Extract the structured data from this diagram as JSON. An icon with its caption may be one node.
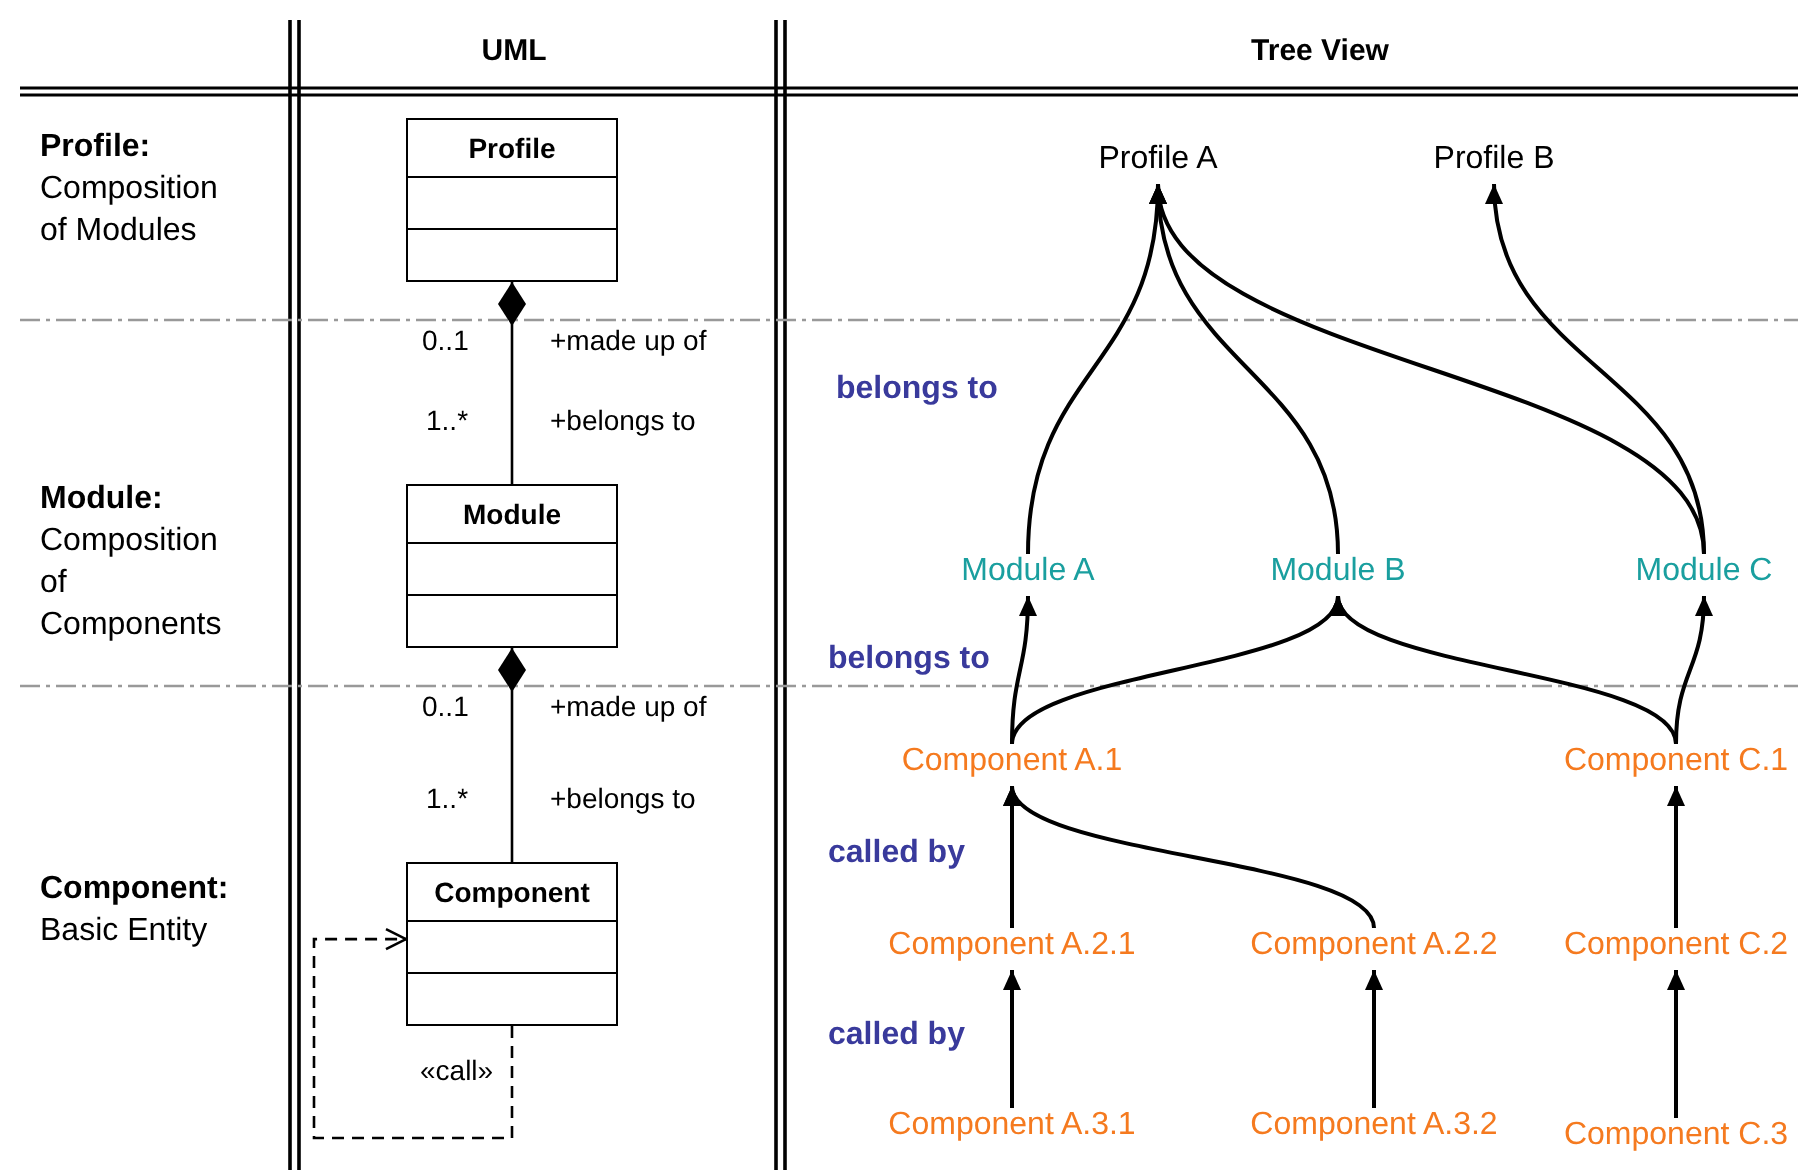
{
  "diagram": {
    "nodes": [
      {
        "text": [
          "Profile"
        ]
      },
      {
        "text": [
          "Module"
        ]
      },
      {
        "text": [
          "Component"
        ]
      },
      {
        "text": [
          "Profile A"
        ]
      },
      {
        "text": [
          "Profile B"
        ]
      },
      {
        "text": [
          "Module A"
        ]
      },
      {
        "text": [
          "Module B"
        ]
      },
      {
        "text": [
          "Module C"
        ]
      },
      {
        "text": [
          "Component A.1"
        ]
      },
      {
        "text": [
          "Component C.1"
        ]
      },
      {
        "text": [
          "Component A.2.1"
        ]
      },
      {
        "text": [
          "Component A.2.2"
        ]
      },
      {
        "text": [
          "Component C.2"
        ]
      },
      {
        "text": [
          "Component A.3.1"
        ]
      },
      {
        "text": [
          "Component A.3.2"
        ]
      },
      {
        "text": [
          "Component C.3"
        ]
      }
    ],
    "edges": [
      {
        "from": 0,
        "to": 1,
        "arrow": "other"
      },
      {
        "from": 1,
        "to": 2,
        "arrow": "other"
      },
      {
        "from": 2,
        "to": 2,
        "arrow": "to",
        "style": "dashed",
        "label": "«call»"
      },
      {
        "from": 5,
        "to": 3,
        "arrow": "to"
      },
      {
        "from": 6,
        "to": 3,
        "arrow": "to"
      },
      {
        "from": 7,
        "to": 3,
        "arrow": "to"
      },
      {
        "from": 7,
        "to": 4,
        "arrow": "to"
      },
      {
        "from": 8,
        "to": 5,
        "arrow": "to"
      },
      {
        "from": 8,
        "to": 6,
        "arrow": "to"
      },
      {
        "from": 9,
        "to": 6,
        "arrow": "to"
      },
      {
        "from": 9,
        "to": 7,
        "arrow": "to"
      },
      {
        "from": 10,
        "to": 8,
        "arrow": "to"
      },
      {
        "from": 11,
        "to": 8,
        "arrow": "to"
      },
      {
        "from": 12,
        "to": 9,
        "arrow": "to"
      },
      {
        "from": 13,
        "to": 10,
        "arrow": "to"
      },
      {
        "from": 14,
        "to": 11,
        "arrow": "to"
      },
      {
        "from": 15,
        "to": 12,
        "arrow": "to"
      }
    ],
    "labels": [
      "UML",
      "Tree View",
      "**Profile:** Composition of Modules",
      "0..1",
      "+made up of",
      "1..*",
      "+belongs to",
      "belongs to",
      "**Module:** Composition of Components",
      "belongs to",
      "0..1",
      "+made up of",
      "1..*",
      "+belongs to",
      "called by",
      "**Component:** Basic Entity",
      "called by"
    ]
  }
}
